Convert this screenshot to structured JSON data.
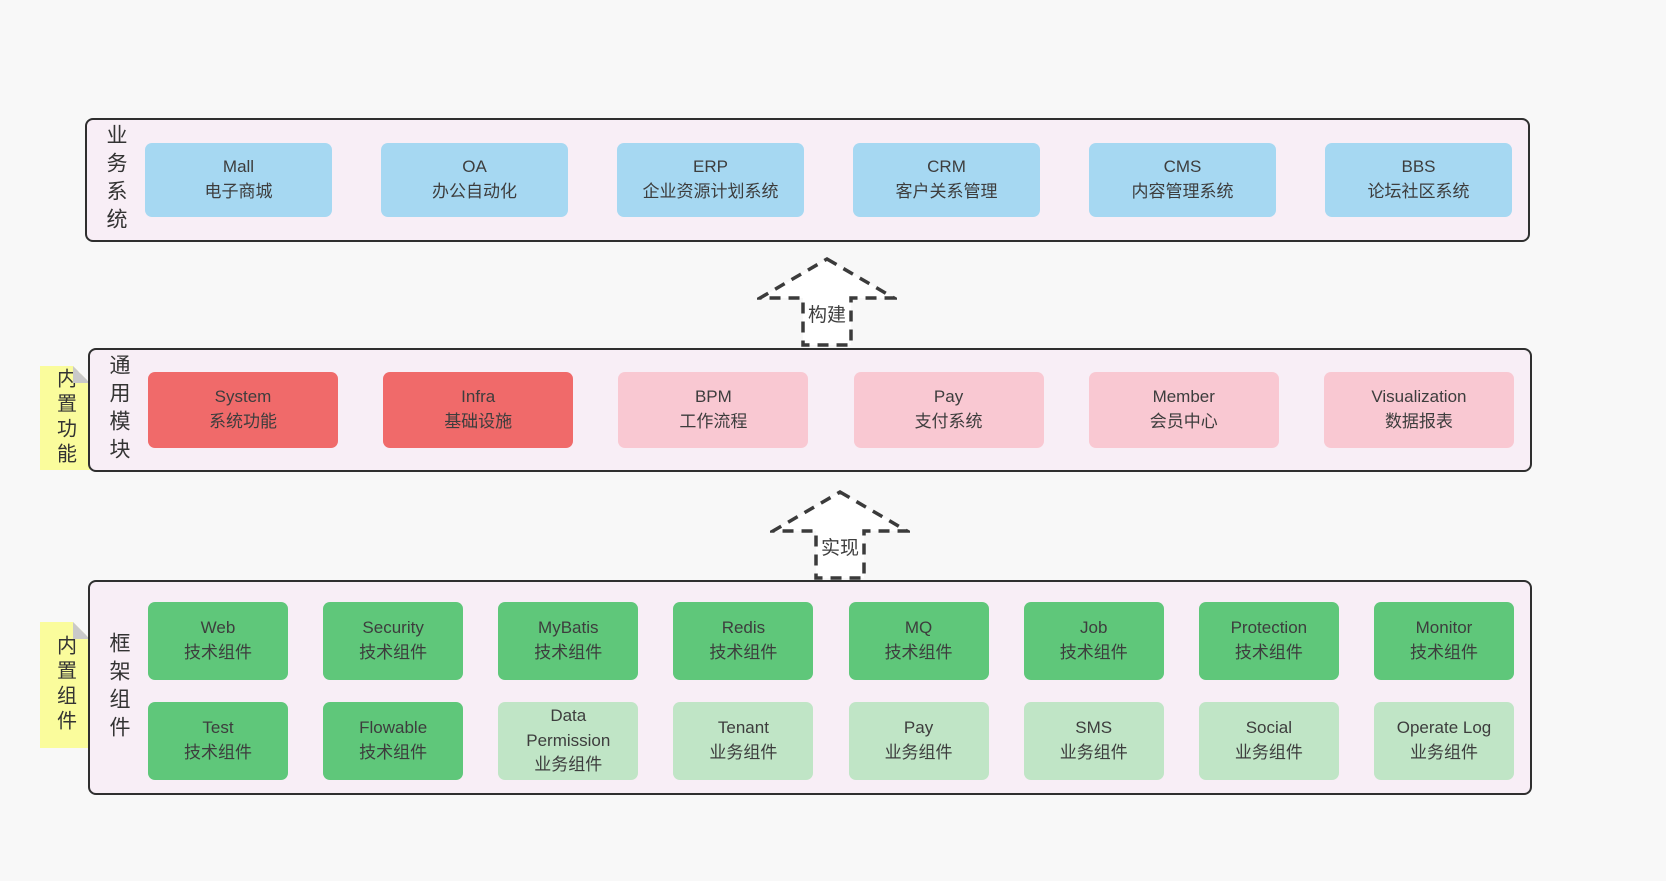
{
  "colors": {
    "bg": "#f8f8f8",
    "band-bg": "#f8eef6",
    "band-border": "#2f2f2f",
    "blue": "#a6d8f2",
    "red": "#f06a6a",
    "pink": "#f9c8d2",
    "green": "#5fc77a",
    "green-light": "#c0e5c6",
    "yellow": "#fafc9c",
    "fold": "#c9c9c9",
    "text": "#3d3d3d",
    "arrow": "#3b3b3b"
  },
  "bands": [
    {
      "label": "业务系统",
      "sticky": null,
      "rows": [
        [
          {
            "title": "Mall",
            "subtitle": "电子商城",
            "type": "blue"
          },
          {
            "title": "OA",
            "subtitle": "办公自动化",
            "type": "blue"
          },
          {
            "title": "ERP",
            "subtitle": "企业资源计划系统",
            "type": "blue"
          },
          {
            "title": "CRM",
            "subtitle": "客户关系管理",
            "type": "blue"
          },
          {
            "title": "CMS",
            "subtitle": "内容管理系统",
            "type": "blue"
          },
          {
            "title": "BBS",
            "subtitle": "论坛社区系统",
            "type": "blue"
          }
        ]
      ]
    },
    {
      "label": "通用模块",
      "sticky": "内置功能",
      "rows": [
        [
          {
            "title": "System",
            "subtitle": "系统功能",
            "type": "red"
          },
          {
            "title": "Infra",
            "subtitle": "基础设施",
            "type": "red"
          },
          {
            "title": "BPM",
            "subtitle": "工作流程",
            "type": "pink"
          },
          {
            "title": "Pay",
            "subtitle": "支付系统",
            "type": "pink"
          },
          {
            "title": "Member",
            "subtitle": "会员中心",
            "type": "pink"
          },
          {
            "title": "Visualization",
            "subtitle": "数据报表",
            "type": "pink"
          }
        ]
      ]
    },
    {
      "label": "框架组件",
      "sticky": "内置组件",
      "rows": [
        [
          {
            "title": "Web",
            "subtitle": "技术组件",
            "type": "green"
          },
          {
            "title": "Security",
            "subtitle": "技术组件",
            "type": "green"
          },
          {
            "title": "MyBatis",
            "subtitle": "技术组件",
            "type": "green"
          },
          {
            "title": "Redis",
            "subtitle": "技术组件",
            "type": "green"
          },
          {
            "title": "MQ",
            "subtitle": "技术组件",
            "type": "green"
          },
          {
            "title": "Job",
            "subtitle": "技术组件",
            "type": "green"
          },
          {
            "title": "Protection",
            "subtitle": "技术组件",
            "type": "green"
          },
          {
            "title": "Monitor",
            "subtitle": "技术组件",
            "type": "green"
          }
        ],
        [
          {
            "title": "Test",
            "subtitle": "技术组件",
            "type": "green"
          },
          {
            "title": "Flowable",
            "subtitle": "技术组件",
            "type": "green"
          },
          {
            "title": "Data\nPermission",
            "subtitle": "业务组件",
            "type": "green-light"
          },
          {
            "title": "Tenant",
            "subtitle": "业务组件",
            "type": "green-light"
          },
          {
            "title": "Pay",
            "subtitle": "业务组件",
            "type": "green-light"
          },
          {
            "title": "SMS",
            "subtitle": "业务组件",
            "type": "green-light"
          },
          {
            "title": "Social",
            "subtitle": "业务组件",
            "type": "green-light"
          },
          {
            "title": "Operate Log",
            "subtitle": "业务组件",
            "type": "green-light"
          }
        ]
      ]
    }
  ],
  "arrows": [
    {
      "label": "构建"
    },
    {
      "label": "实现"
    }
  ]
}
